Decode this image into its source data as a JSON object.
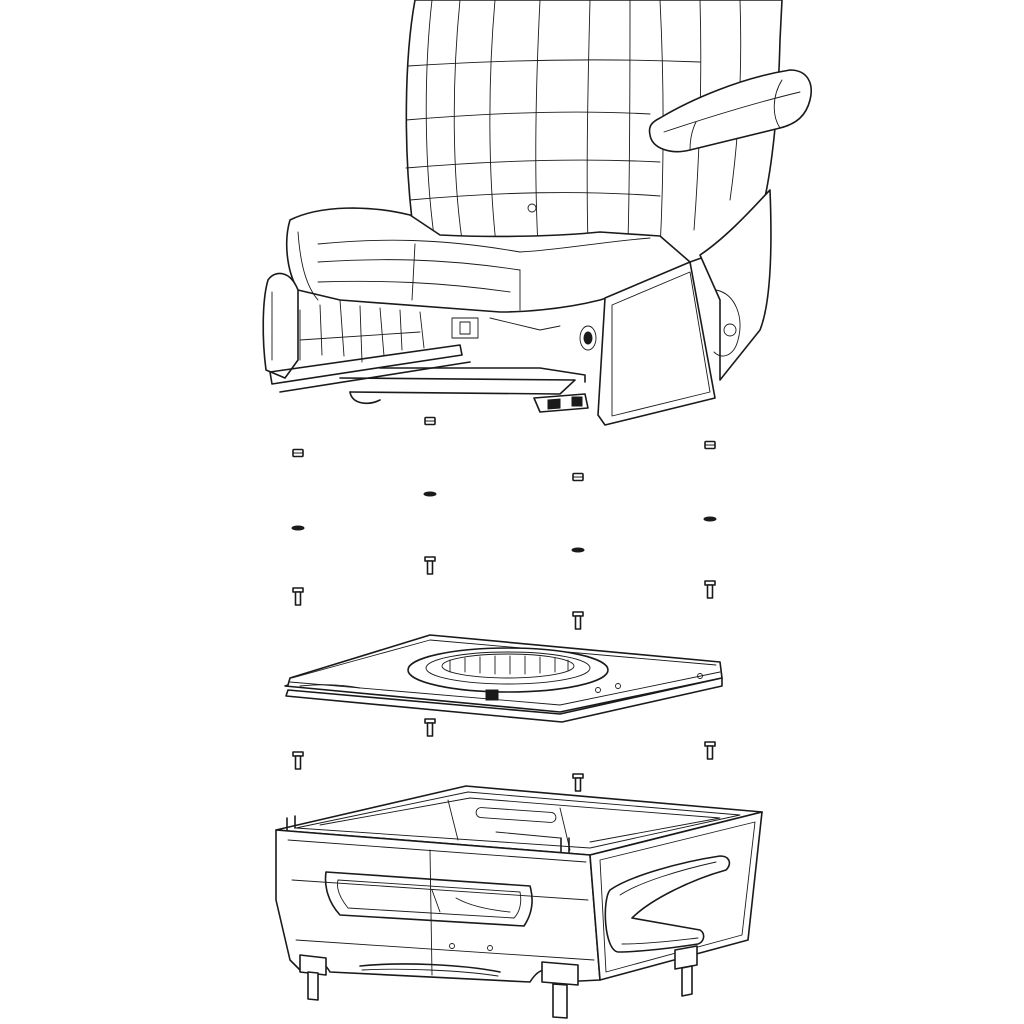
{
  "diagram": {
    "assemblies": [
      "seat",
      "fasteners",
      "swivel-plate",
      "base-riser"
    ],
    "fastener_columns": 4,
    "line_color": "#1a1a1a",
    "background_color": "#ffffff"
  }
}
